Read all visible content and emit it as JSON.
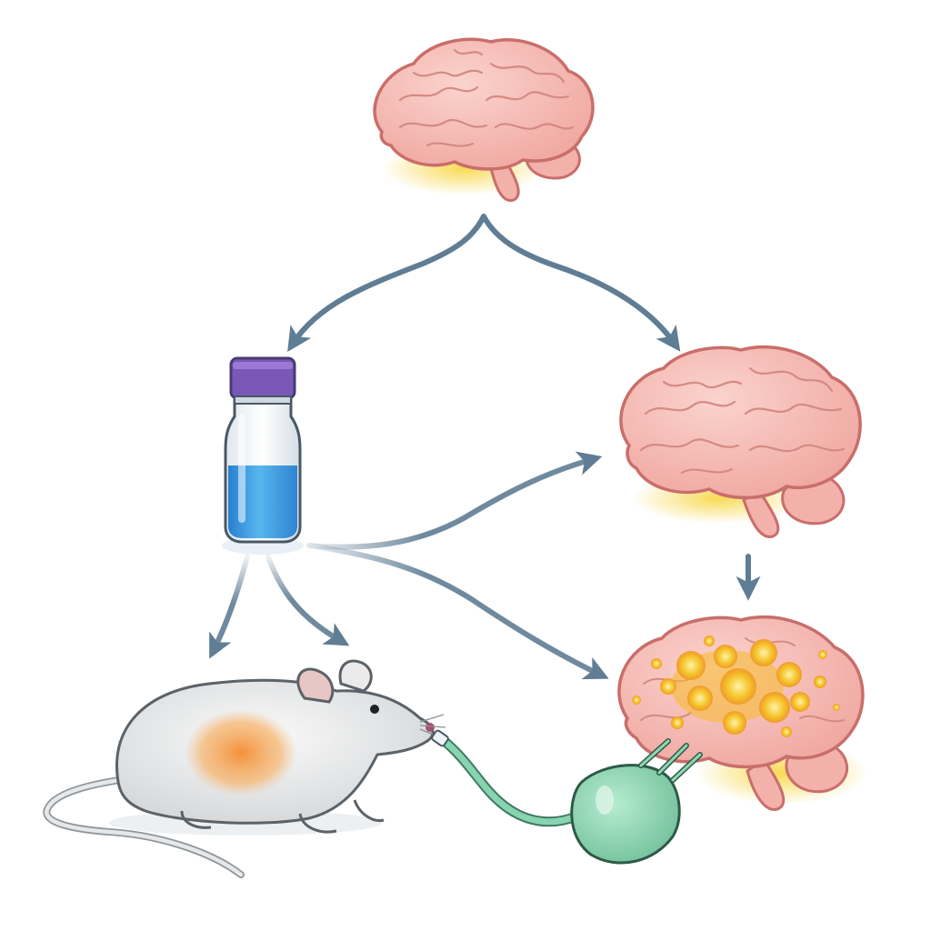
{
  "diagram": {
    "nodes": [
      {
        "id": "source-brain",
        "icon": "brain-icon"
      },
      {
        "id": "vial",
        "icon": "vial-icon",
        "liquid_color": "#3a9ee0",
        "cap_color": "#7a58b8"
      },
      {
        "id": "healthy-brain",
        "icon": "brain-icon"
      },
      {
        "id": "lesioned-brain",
        "icon": "brain-with-lesions-icon",
        "lesion_color": "#f5b928"
      },
      {
        "id": "mouse",
        "icon": "mouse-icon",
        "highlight_color": "#f4913a"
      },
      {
        "id": "inhaler-mask",
        "icon": "mask-icon",
        "color": "#7ecfa6"
      }
    ],
    "edges": [
      {
        "from": "source-brain",
        "to": "vial"
      },
      {
        "from": "source-brain",
        "to": "healthy-brain"
      },
      {
        "from": "vial",
        "to": "healthy-brain"
      },
      {
        "from": "vial",
        "to": "lesioned-brain"
      },
      {
        "from": "healthy-brain",
        "to": "lesioned-brain"
      },
      {
        "from": "vial",
        "to": "mouse"
      },
      {
        "from": "mouse",
        "to": "inhaler-mask"
      }
    ],
    "colors": {
      "arrow": "#5f7d94",
      "brain_fill": "#f6b9b3",
      "brain_outline": "#c96e6a",
      "glow": "#f7d84a"
    }
  }
}
